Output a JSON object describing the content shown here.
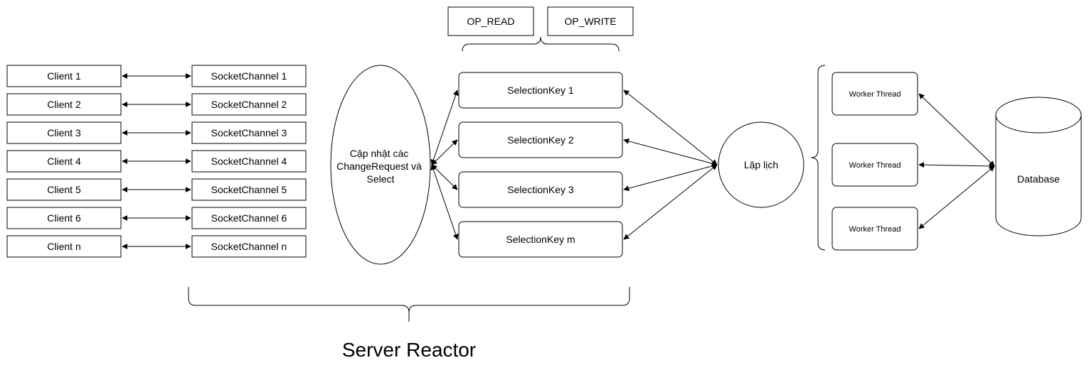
{
  "clients": [
    "Client 1",
    "Client 2",
    "Client 3",
    "Client 4",
    "Client 5",
    "Client 6",
    "Client n"
  ],
  "channels": [
    "SocketChannel 1",
    "SocketChannel 2",
    "SocketChannel 3",
    "SocketChannel 4",
    "SocketChannel 5",
    "SocketChannel 6",
    "SocketChannel n"
  ],
  "ops": [
    "OP_READ",
    "OP_WRITE"
  ],
  "selector": [
    "Cập nhật các",
    "ChangeRequest và",
    "Select"
  ],
  "keys": [
    "SelectionKey 1",
    "SelectionKey 2",
    "SelectionKey 3",
    "SelectionKey m"
  ],
  "scheduler": "Lập lịch",
  "workers": [
    "Worker Thread",
    "Worker Thread",
    "Worker Thread"
  ],
  "database": "Database",
  "reactor_label": "Server Reactor"
}
